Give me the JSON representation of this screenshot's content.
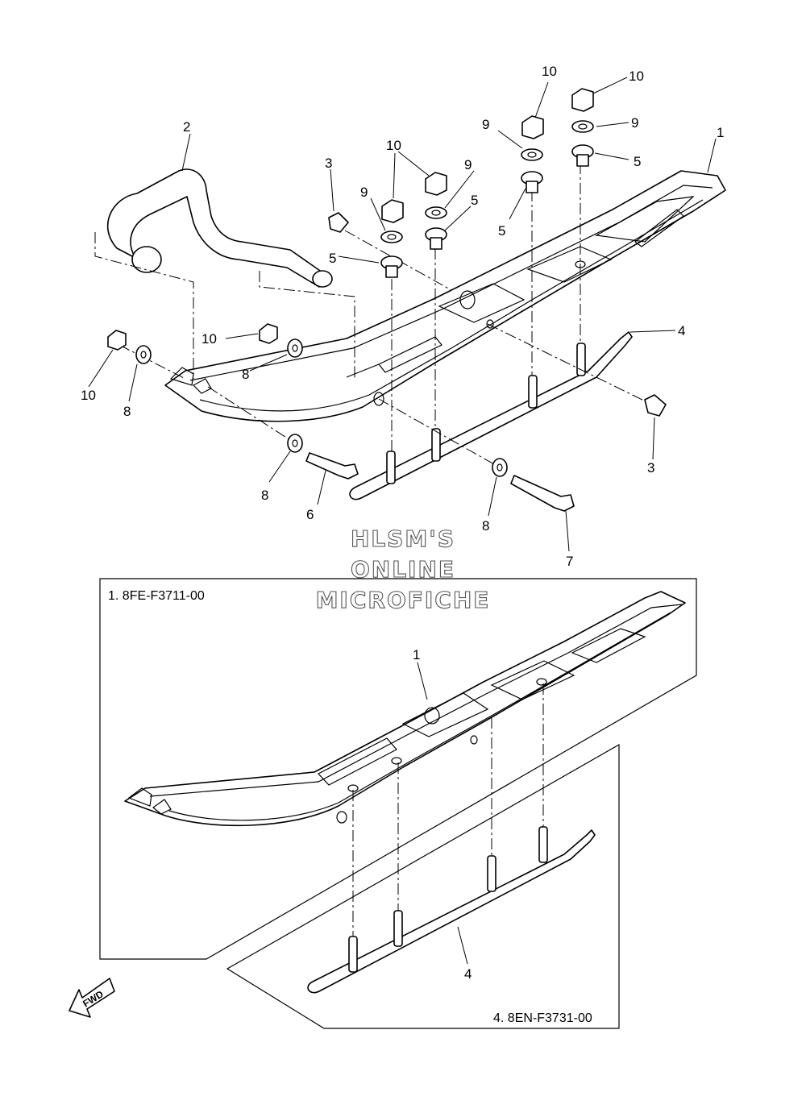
{
  "callouts": {
    "c1_top": "1",
    "c2": "2",
    "c3_left": "3",
    "c3_right": "3",
    "c4_top": "4",
    "c5_a": "5",
    "c5_b": "5",
    "c5_c": "5",
    "c5_d": "5",
    "c6": "6",
    "c7": "7",
    "c8_a": "8",
    "c8_b": "8",
    "c8_c": "8",
    "c8_d": "8",
    "c9_a": "9",
    "c9_b": "9",
    "c9_c": "9",
    "c9_d": "9",
    "c10_a": "10",
    "c10_b": "10",
    "c10_c": "10",
    "c10_d": "10",
    "c10_e": "10",
    "c1_inset": "1",
    "c4_inset": "4"
  },
  "part_numbers": {
    "ski": "1. 8FE-F3711-00",
    "runner": "4. 8EN-F3731-00"
  },
  "watermark": {
    "line1": "HLSM'S",
    "line2": "ONLINE",
    "line3": "MICROFICHE"
  },
  "fwd_badge": "FWD",
  "icons": {
    "fwd": "fwd-arrow-icon"
  }
}
